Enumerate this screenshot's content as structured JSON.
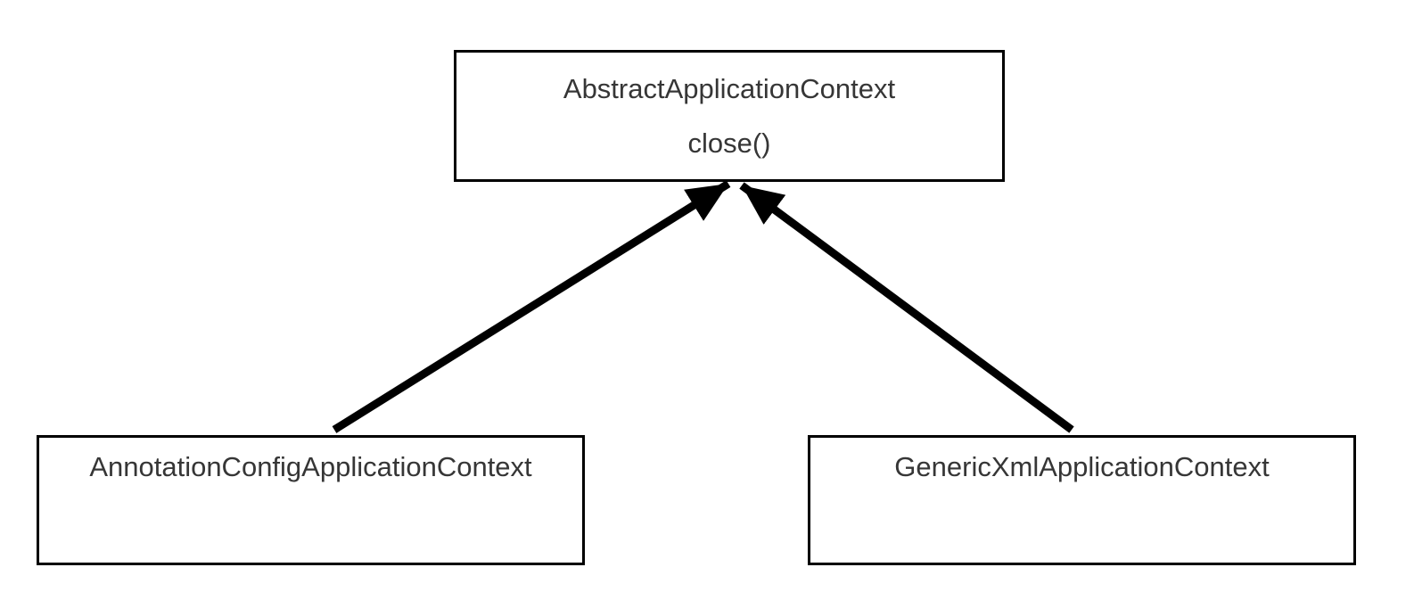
{
  "diagram": {
    "type": "class-inheritance",
    "parent": {
      "class_name": "AbstractApplicationContext",
      "method": "close()"
    },
    "children": [
      {
        "class_name": "AnnotationConfigApplicationContext"
      },
      {
        "class_name": "GenericXmlApplicationContext"
      }
    ],
    "edges": [
      {
        "from": "AnnotationConfigApplicationContext",
        "to": "AbstractApplicationContext",
        "style": "solid-filled-arrow"
      },
      {
        "from": "GenericXmlApplicationContext",
        "to": "AbstractApplicationContext",
        "style": "solid-filled-arrow"
      }
    ],
    "colors": {
      "background": "#ffffff",
      "box_border": "#000000",
      "text": "#363636",
      "arrow": "#000000"
    }
  }
}
